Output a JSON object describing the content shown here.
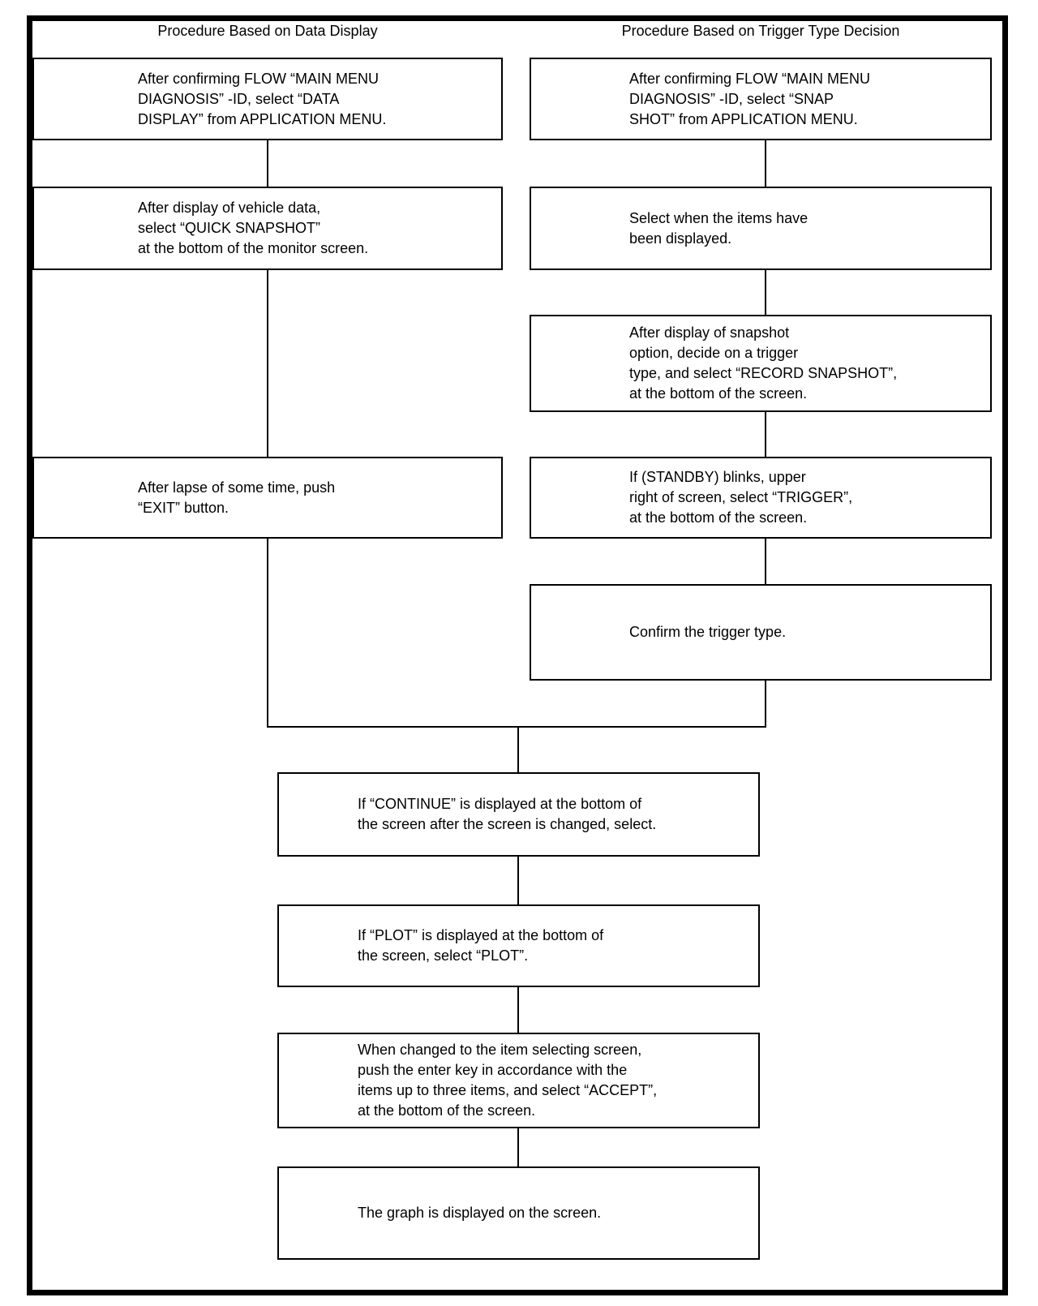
{
  "colors": {
    "ink": "#000000",
    "background": "#ffffff"
  },
  "headers": {
    "left": "Procedure Based on Data Display",
    "right": "Procedure Based on Trigger Type Decision"
  },
  "boxes": {
    "l1": {
      "lines": [
        "After confirming FLOW “MAIN MENU",
        "DIAGNOSIS” -ID, select “DATA",
        "DISPLAY” from APPLICATION MENU."
      ]
    },
    "l2": {
      "lines": [
        "After display of vehicle data,",
        "select “QUICK SNAPSHOT”",
        "at the bottom of the monitor screen."
      ]
    },
    "l3": {
      "lines": [
        "After lapse of some time, push",
        "“EXIT” button."
      ]
    },
    "r1": {
      "lines": [
        "After confirming FLOW “MAIN MENU",
        "DIAGNOSIS” -ID, select “SNAP",
        "SHOT” from APPLICATION MENU."
      ]
    },
    "r2": {
      "lines": [
        "Select when the items have",
        "been displayed."
      ]
    },
    "r3": {
      "lines": [
        "After display of snapshot",
        "option, decide on a trigger",
        "type, and select “RECORD SNAPSHOT”,",
        "at the bottom of the screen."
      ]
    },
    "r4": {
      "lines": [
        "If (STANDBY) blinks, upper",
        "right of screen, select “TRIGGER”,",
        "at the bottom of the screen."
      ]
    },
    "r5": {
      "lines": [
        "Confirm the trigger type."
      ]
    },
    "c1": {
      "lines": [
        "If “CONTINUE” is displayed at the bottom of",
        "the screen after the screen is changed, select."
      ]
    },
    "c2": {
      "lines": [
        "If “PLOT” is displayed at the bottom of",
        "the screen, select “PLOT”."
      ]
    },
    "c3": {
      "lines": [
        "When changed to the item selecting screen,",
        "push the enter key in accordance with the",
        "items up to three items, and select “ACCEPT”,",
        "at the bottom of the screen."
      ]
    },
    "c4": {
      "lines": [
        "The graph is displayed on the screen."
      ]
    }
  }
}
